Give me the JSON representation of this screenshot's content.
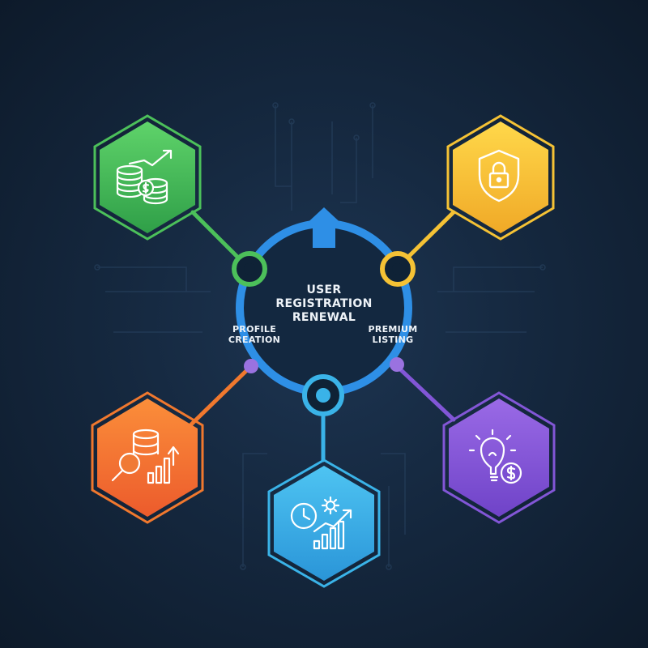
{
  "hub": {
    "title_line1": "USER",
    "title_line2": "REGISTRATION",
    "title_line3": "RENEWAL",
    "left_line1": "PROFILE",
    "left_line2": "CREATION",
    "right_line1": "PREMIUM",
    "right_line2": "LISTING",
    "ring_color": "#2e8fe6"
  },
  "nodes": [
    {
      "id": "green",
      "icon": "coins-growth-icon",
      "color": "#4cc05a"
    },
    {
      "id": "yellow",
      "icon": "shield-lock-icon",
      "color": "#f5c235"
    },
    {
      "id": "orange",
      "icon": "data-search-icon",
      "color": "#f0782e"
    },
    {
      "id": "blue",
      "icon": "clock-gear-chart-icon",
      "color": "#3ab3e8"
    },
    {
      "id": "purple",
      "icon": "lightbulb-dollar-icon",
      "color": "#8256d6"
    }
  ]
}
